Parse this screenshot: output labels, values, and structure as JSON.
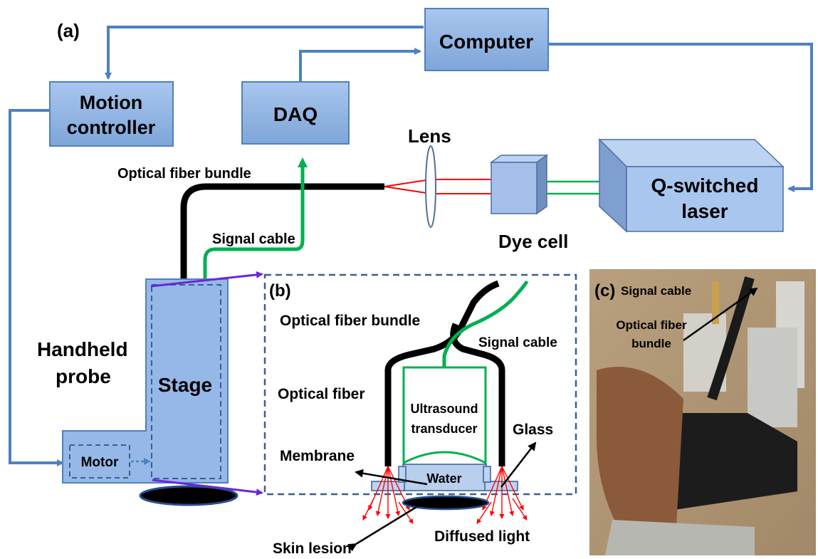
{
  "panel_a": {
    "label": "(a)",
    "computer": "Computer",
    "motion_controller": [
      "Motion",
      "controller"
    ],
    "daq": "DAQ",
    "lens": "Lens",
    "optical_fiber_bundle": "Optical fiber bundle",
    "signal_cable": "Signal cable",
    "dye_cell": "Dye cell",
    "laser": [
      "Q-switched",
      "laser"
    ],
    "handheld_probe": [
      "Handheld",
      "probe"
    ],
    "stage": "Stage",
    "motor": "Motor"
  },
  "panel_b": {
    "label": "(b)",
    "optical_fiber_bundle": "Optical fiber bundle",
    "signal_cable": "Signal cable",
    "optical_fiber": "Optical fiber",
    "ultrasound_transducer": [
      "Ultrasound",
      "transducer"
    ],
    "glass": "Glass",
    "membrane": "Membrane",
    "water": "Water",
    "skin_lesion": "Skin lesion",
    "diffused_light": "Diffused light"
  },
  "panel_c": {
    "label": "(c)",
    "signal_cable": "Signal cable",
    "optical_fiber_bundle": [
      "Optical fiber",
      "bundle"
    ]
  },
  "colors": {
    "box_fill": "#8fb4e3",
    "box_stroke": "#4f81bd",
    "arrow": "#4f81bd",
    "fiber": "#000000",
    "signal": "#00b050",
    "laser_beam": "#ff0000",
    "pointer": "#6a28d8"
  }
}
